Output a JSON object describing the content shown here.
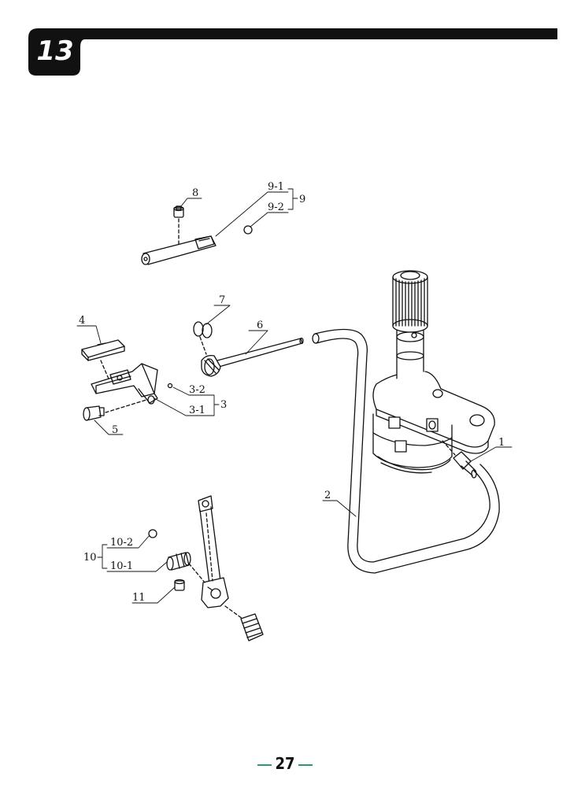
{
  "header": {
    "section_number": "13"
  },
  "callouts": {
    "c1": "1",
    "c2": "2",
    "c3": "3",
    "c3_1": "3-1",
    "c3_2": "3-2",
    "c4": "4",
    "c5": "5",
    "c6": "6",
    "c7": "7",
    "c8": "8",
    "c9": "9",
    "c9_1": "9-1",
    "c9_2": "9-2",
    "c10": "10",
    "c10_1": "10-1",
    "c10_2": "10-2",
    "c11": "11"
  },
  "footer": {
    "page_number": "27"
  }
}
